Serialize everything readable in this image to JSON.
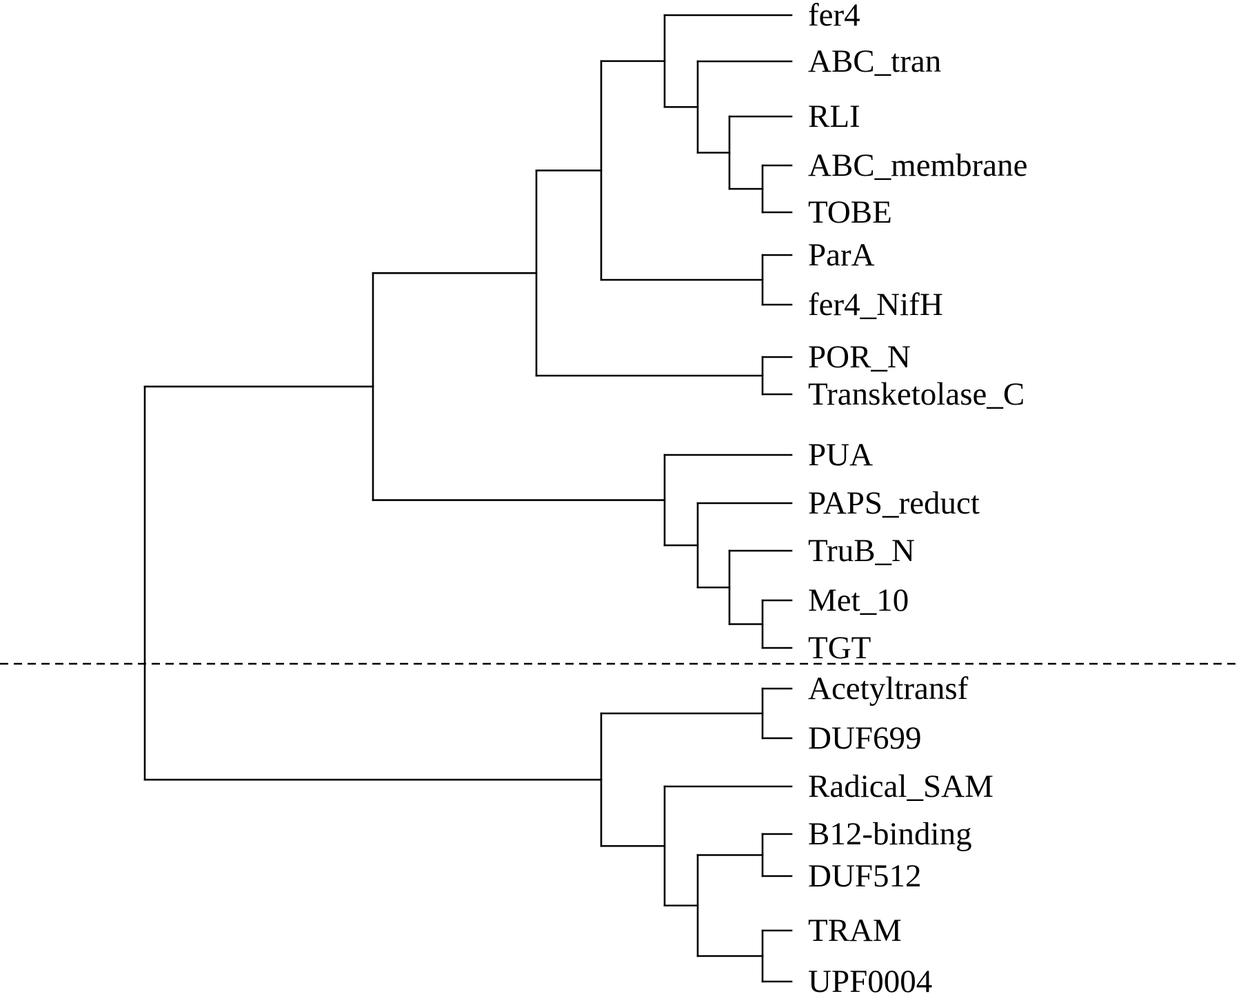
{
  "tree": {
    "leaves": [
      {
        "label": "fer4"
      },
      {
        "label": "ABC_tran"
      },
      {
        "label": "RLI"
      },
      {
        "label": "ABC_membrane"
      },
      {
        "label": "TOBE"
      },
      {
        "label": "ParA"
      },
      {
        "label": "fer4_NifH"
      },
      {
        "label": "POR_N"
      },
      {
        "label": "Transketolase_C"
      },
      {
        "label": "PUA"
      },
      {
        "label": "PAPS_reduct"
      },
      {
        "label": "TruB_N"
      },
      {
        "label": "Met_10"
      },
      {
        "label": "TGT"
      },
      {
        "label": "Acetyltransf"
      },
      {
        "label": "DUF699"
      },
      {
        "label": "Radical_SAM"
      },
      {
        "label": "B12-binding"
      },
      {
        "label": "DUF512"
      },
      {
        "label": "TRAM"
      },
      {
        "label": "UPF0004"
      }
    ],
    "divider_style": "dashed",
    "line_color": "#000000"
  }
}
